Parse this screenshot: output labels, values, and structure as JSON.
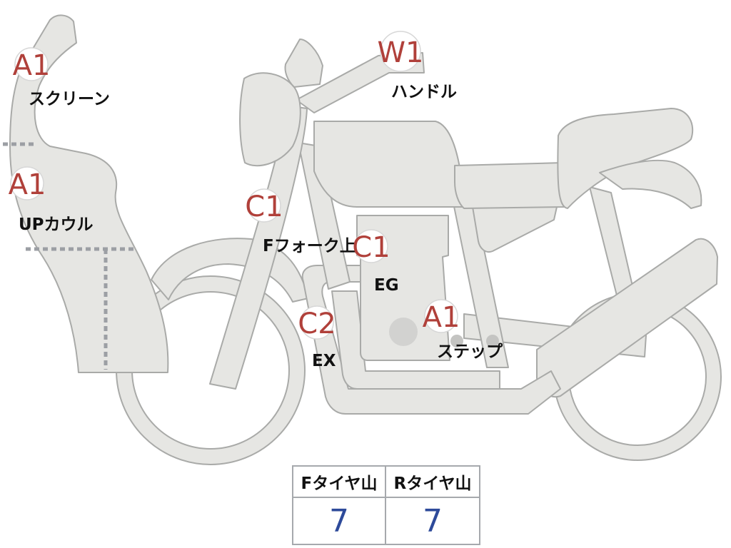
{
  "diagram": {
    "marks": [
      {
        "id": "screen-code",
        "code": "A1",
        "label": "スクリーン"
      },
      {
        "id": "upper-cowl-code",
        "code": "A1",
        "label": "UPカウル"
      },
      {
        "id": "handle-code",
        "code": "W1",
        "label": "ハンドル"
      },
      {
        "id": "front-fork-code",
        "code": "C1",
        "label": "Fフォーク上"
      },
      {
        "id": "engine-code",
        "code": "C1",
        "label": "EG"
      },
      {
        "id": "exhaust-code",
        "code": "C2",
        "label": "EX"
      },
      {
        "id": "step-code",
        "code": "A1",
        "label": "ステップ"
      }
    ]
  },
  "tire_table": {
    "front_label": "Fタイヤ山",
    "rear_label": "Rタイヤ山",
    "front_value": "7",
    "rear_value": "7"
  }
}
